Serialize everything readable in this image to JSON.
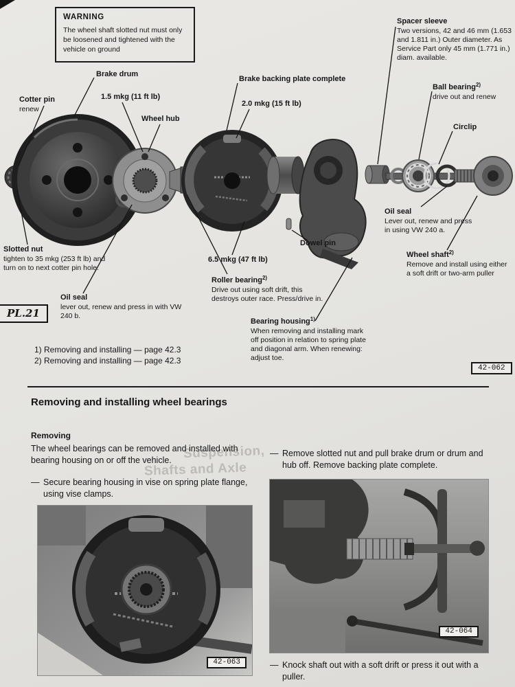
{
  "colors": {
    "paper": "#e6e5e1",
    "ink": "#161616"
  },
  "warning": {
    "title": "WARNING",
    "body": "The wheel shaft slotted nut must only be loosened and tightened with the vehicle on ground"
  },
  "callouts": {
    "brake_drum": {
      "title": "Brake drum"
    },
    "cotter_pin": {
      "title": "Cotter pin",
      "note": "renew"
    },
    "torque_hub_nut": {
      "title": "1.5 mkg (11 ft lb)"
    },
    "wheel_hub": {
      "title": "Wheel hub"
    },
    "backing_plate": {
      "title": "Brake backing plate complete"
    },
    "torque_backing_plate": {
      "title": "2.0 mkg (15 ft lb)"
    },
    "spacer_sleeve": {
      "title": "Spacer sleeve",
      "note": "Two versions, 42 and 46 mm (1.653 and 1.811 in.) Outer diameter. As Service Part only 45 mm (1.771 in.) diam. available."
    },
    "ball_bearing": {
      "title": "Ball bearing",
      "sup": "2)",
      "note": "drive out and renew"
    },
    "circlip": {
      "title": "Circlip"
    },
    "oil_seal_shaft": {
      "title": "Oil seal",
      "note": "Lever out, renew and press in using VW 240 a."
    },
    "wheel_shaft": {
      "title": "Wheel shaft",
      "sup": "2)",
      "note": "Remove and install using either a soft drift or two-arm puller"
    },
    "dowel_pin": {
      "title": "Dowel pin"
    },
    "torque_shaft_nut": {
      "title": "6.5 mkg (47 ft lb)"
    },
    "roller_bearing": {
      "title": "Roller bearing",
      "sup": "2)",
      "note": "Drive out using soft drift, this destroys outer race. Press/drive in."
    },
    "bearing_housing": {
      "title": "Bearing housing",
      "sup": "1)",
      "note": "When removing and installing mark off position in relation to spring plate and diagonal arm. When renewing: adjust toe."
    },
    "slotted_nut": {
      "title": "Slotted nut",
      "note": "tighten to 35 mkg (253 ft lb) and turn on to next cotter pin hole."
    },
    "oil_seal_drum": {
      "title": "Oil seal",
      "note": "lever out, renew and press in with VW 240 b."
    }
  },
  "page": {
    "stamp": "PL.21",
    "figure_number": "42-062",
    "footnotes": [
      "1) Removing and installing — page 42.3",
      "2) Removing and installing — page 42.3"
    ]
  },
  "section": {
    "heading": "Removing and installing wheel bearings",
    "subheading": "Removing",
    "intro": "The wheel bearings can be removed and installed with bearing housing on or off the vehicle.",
    "bullet": "—",
    "step_left": "Secure bearing housing in vise on spring plate flange, using vise clamps.",
    "step_right_top": "Remove slotted nut and pull brake drum or drum and hub off. Remove backing plate complete.",
    "step_right_bottom": "Knock shaft out with a soft drift or press it out with a puller.",
    "photo_left_label": "42-063",
    "photo_right_label": "42-064"
  },
  "ghost": {
    "line1": "Suspension,",
    "line2": "Shafts and Axle"
  }
}
